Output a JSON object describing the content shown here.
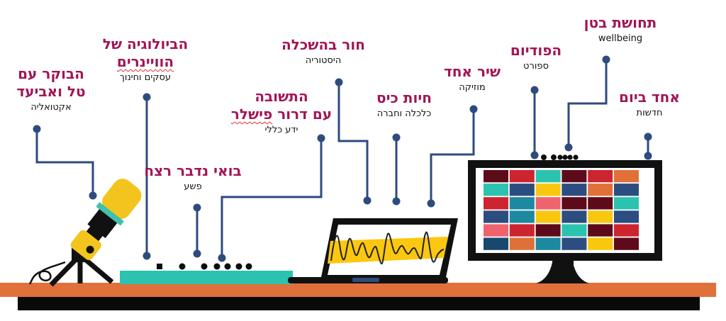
{
  "colors": {
    "title": "#a21556",
    "subtitle": "#121212",
    "squiggle": "#e03131",
    "connector": "#2e4b7d",
    "dot-black": "#0d0d0d",
    "desk-orange": "#e0713b",
    "desk-black": "#0a0a0a",
    "device-black": "#111111",
    "keyboard-teal": "#2bc3af",
    "mic-yellow": "#f3c41d",
    "mic-stripe": "#3fc1ad",
    "laptop-yellow": "#fbc70f",
    "hinge-navy": "#2c4d80"
  },
  "shows": [
    {
      "line1": "הבוקר עם",
      "line2": "טל ואביעד",
      "subtitle": "אקטואליה"
    },
    {
      "line1": "הביולוגיה של",
      "line2": "הוויינרים",
      "subtitle": "עסקים וחינוך"
    },
    {
      "line1": "בואי נדבר רצח",
      "subtitle": "פשע"
    },
    {
      "line1": "התשובה",
      "line2a": "עם דרור",
      "line2b": "פישלר",
      "subtitle": "ידע כללי"
    },
    {
      "line1": "חור בהשכלה",
      "subtitle": "היסטוריה"
    },
    {
      "line1": "חיות כיס",
      "subtitle": "כלכלה וחברה"
    },
    {
      "line1": "שיר אחד",
      "subtitle": "מוזיקה"
    },
    {
      "line1": "הפודיום",
      "subtitle": "ספורט"
    },
    {
      "line1": "תחושת בטן",
      "subtitle": "wellbeing"
    },
    {
      "line1": "אחד ביום",
      "subtitle": "חדשות"
    }
  ],
  "monitor": {
    "palette": {
      "maroon": "#5d0b1a",
      "red": "#cd2530",
      "teal": "#2bc3af",
      "orange": "#e0703a",
      "navy": "#2c4d80",
      "yellow": "#fac70f",
      "blueteal": "#1d89a0",
      "salmon": "#ee646e",
      "deepblue": "#17486e"
    },
    "tiles": [
      [
        "maroon",
        "red",
        "teal",
        "maroon",
        "red",
        "orange"
      ],
      [
        "teal",
        "navy",
        "yellow",
        "navy",
        "orange",
        "navy"
      ],
      [
        "red",
        "blueteal",
        "salmon",
        "maroon",
        "maroon",
        "teal"
      ],
      [
        "navy",
        "blueteal",
        "yellow",
        "navy",
        "yellow",
        "navy"
      ],
      [
        "salmon",
        "red",
        "maroon",
        "teal",
        "maroon",
        "red"
      ],
      [
        "deepblue",
        "orange",
        "blueteal",
        "navy",
        "yellow",
        "maroon"
      ]
    ]
  }
}
